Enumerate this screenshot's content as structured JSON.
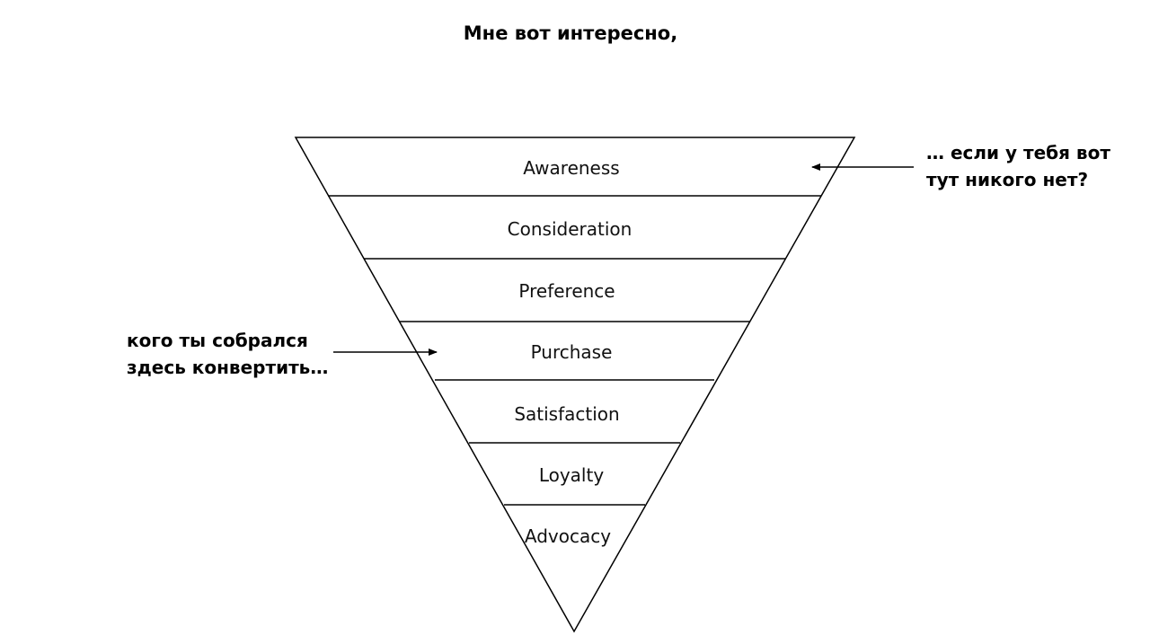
{
  "title": "Мне вот интересно,",
  "funnel": {
    "stages": [
      {
        "label": "Awareness"
      },
      {
        "label": "Consideration"
      },
      {
        "label": "Preference"
      },
      {
        "label": "Purchase"
      },
      {
        "label": "Satisfaction"
      },
      {
        "label": "Loyalty"
      },
      {
        "label": "Advocacy"
      }
    ],
    "line_color": "#000000"
  },
  "annotations": {
    "right": {
      "line1": "… если у тебя вот",
      "line2": "тут никого нет?"
    },
    "left": {
      "line1": "кого ты собрался",
      "line2": "здесь конвертить…"
    }
  }
}
